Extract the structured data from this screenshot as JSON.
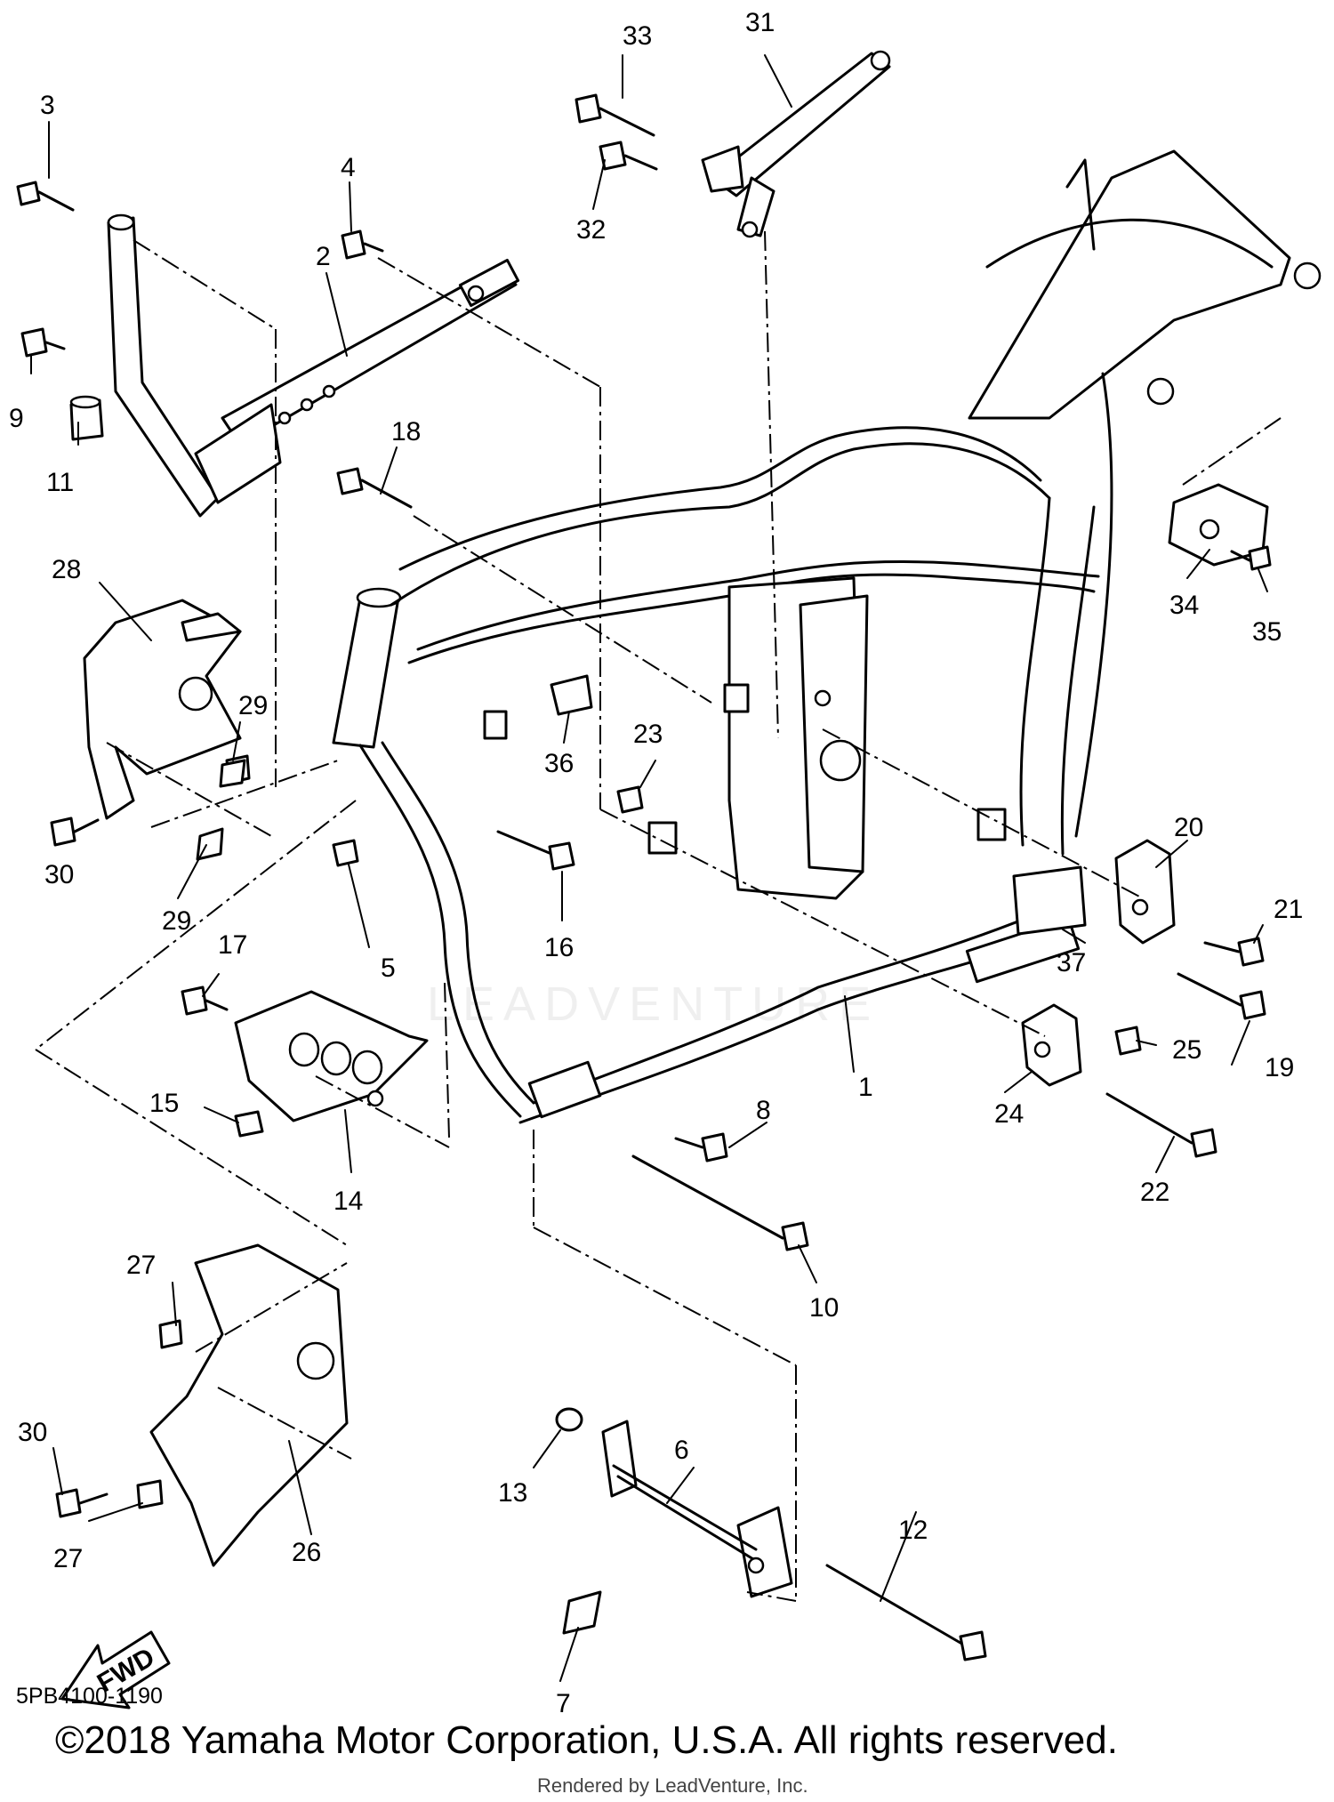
{
  "diagram": {
    "callouts": [
      "1",
      "2",
      "3",
      "4",
      "5",
      "6",
      "7",
      "8",
      "9",
      "10",
      "11",
      "12",
      "13",
      "14",
      "15",
      "16",
      "17",
      "18",
      "19",
      "20",
      "21",
      "22",
      "23",
      "24",
      "25",
      "26",
      "27",
      "28",
      "29",
      "30",
      "31",
      "32",
      "33",
      "34",
      "35",
      "36",
      "37"
    ],
    "fwd_label": "FWD",
    "diagram_code": "5PB4100-1190",
    "copyright": "©2018 Yamaha Motor Corporation, U.S.A. All rights reserved.",
    "rendered_by": "Rendered by LeadVenture, Inc.",
    "watermark": "LEADVENTURE"
  }
}
